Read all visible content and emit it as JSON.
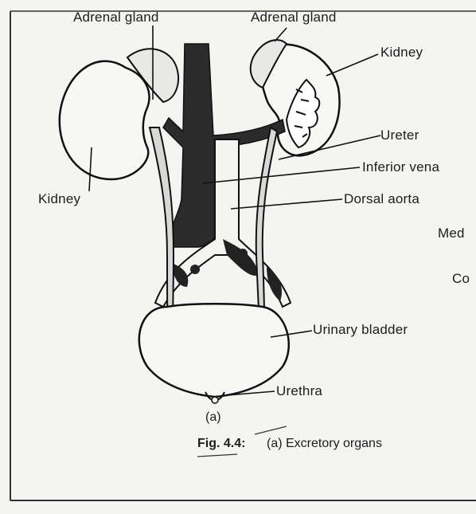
{
  "labels": {
    "adrenal_left": "Adrenal gland",
    "adrenal_right": "Adrenal gland",
    "kidney_right": "Kidney",
    "kidney_left": "Kidney",
    "ureter": "Ureter",
    "inferior_vena": "Inferior vena",
    "dorsal_aorta": "Dorsal aorta",
    "urinary_bladder": "Urinary bladder",
    "urethra": "Urethra",
    "med": "Med",
    "co": "Co"
  },
  "caption": {
    "part": "(a)",
    "fig_number": "Fig. 4.4:",
    "fig_text": "(a) Excretory organs"
  }
}
